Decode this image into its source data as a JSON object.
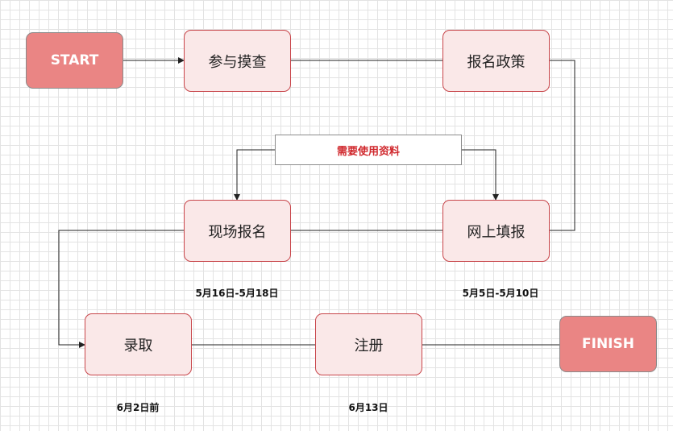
{
  "nodes": {
    "start": "START",
    "research": "参与摸查",
    "policy": "报名政策",
    "online": "网上填报",
    "onsite": "现场报名",
    "admission": "录取",
    "registration": "注册",
    "finish": "FINISH"
  },
  "note": "需要使用资料",
  "dates": {
    "onsite": "5月16日-5月18日",
    "online": "5月5日-5月10日",
    "admission": "6月2日前",
    "registration": "6月13日"
  },
  "colors": {
    "step_fill": "#fae8e8",
    "step_border": "#c8454a",
    "terminal_fill": "#ea8584",
    "note_text": "#d0292e",
    "line": "#222222"
  }
}
